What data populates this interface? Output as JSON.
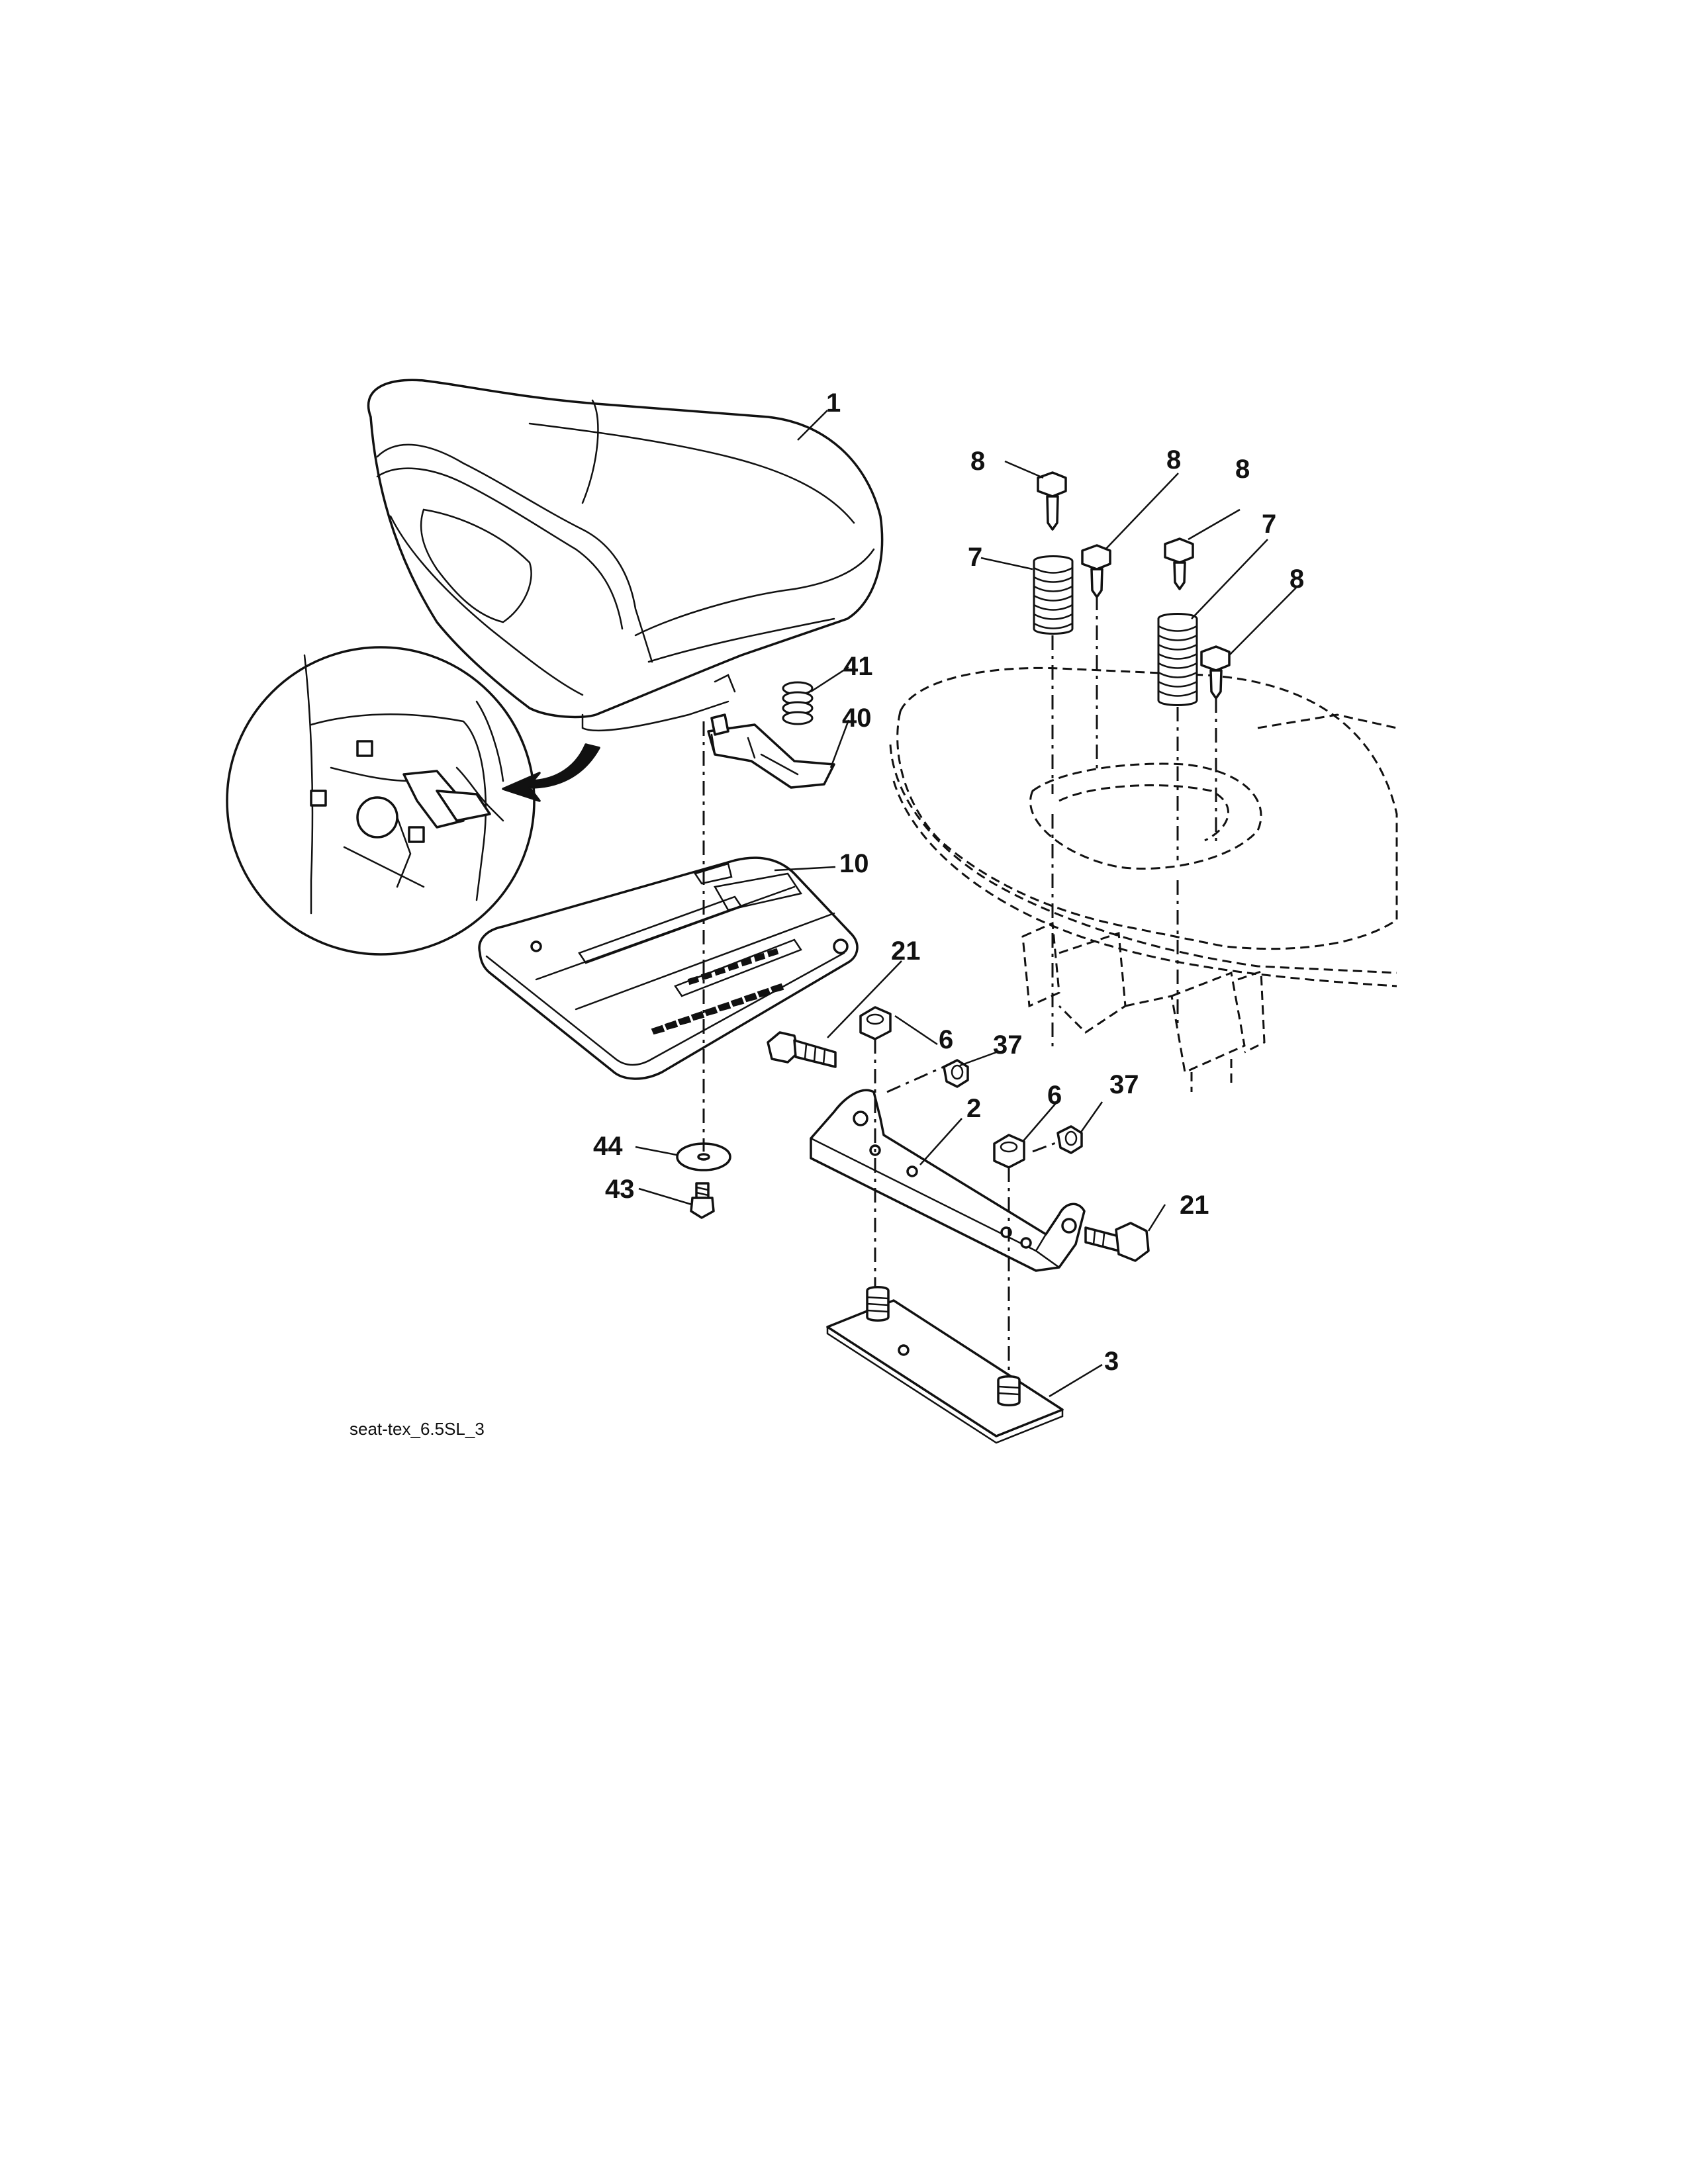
{
  "diagram": {
    "caption": "seat-tex_6.5SL_3",
    "callouts": {
      "seat": "1",
      "bracket": "2",
      "mount_plate": "3",
      "nut_a": "6",
      "nut_b": "6",
      "spring_a": "7",
      "spring_b": "7",
      "bolt_a": "8",
      "bolt_b": "8",
      "bolt_c": "8",
      "bolt_d": "8",
      "seat_pan": "10",
      "bolt_21_a": "21",
      "bolt_21_b": "21",
      "locknut_a": "37",
      "locknut_b": "37",
      "switch_bracket": "40",
      "switch_spring": "41",
      "screw": "43",
      "washer": "44"
    }
  }
}
